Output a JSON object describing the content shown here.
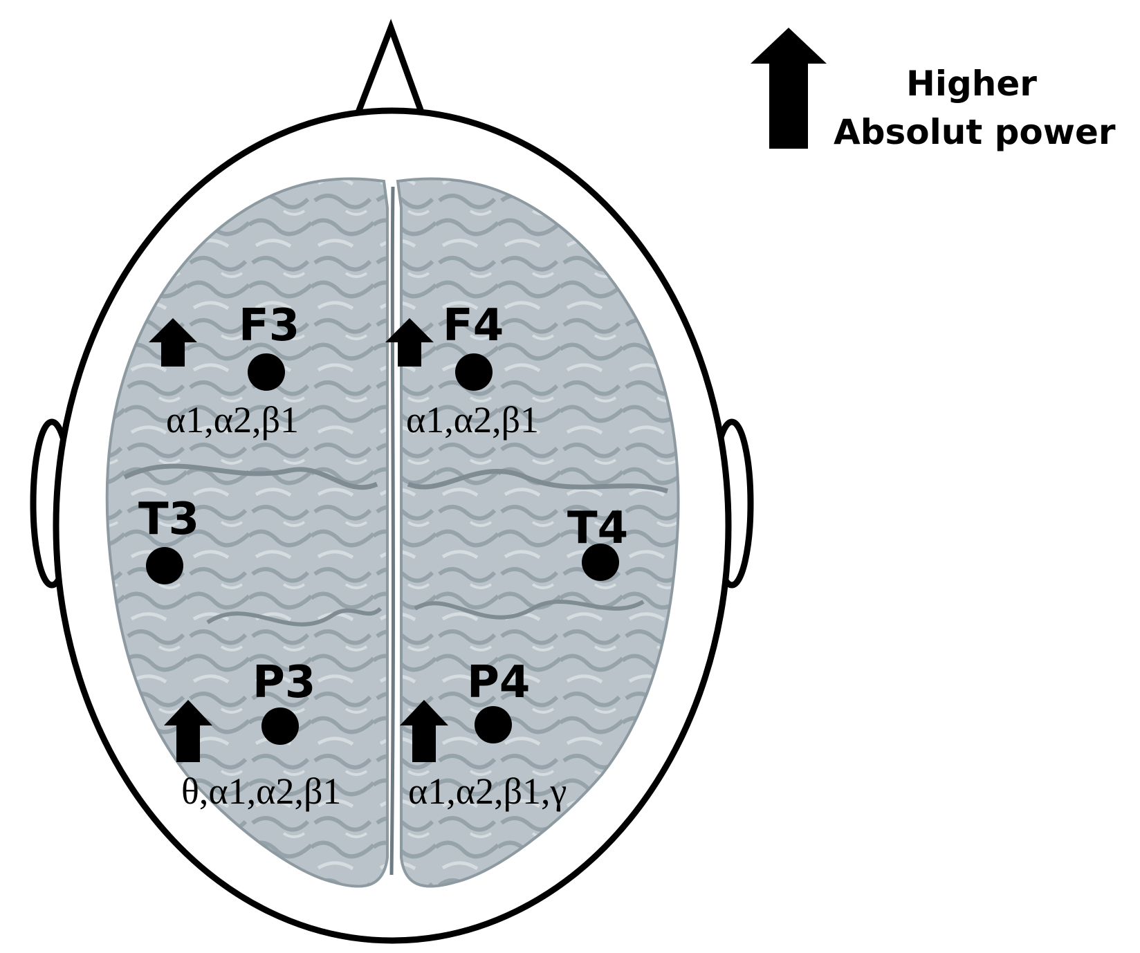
{
  "legend": {
    "icon": "up-arrow-icon",
    "line1": "Higher",
    "line2": "Absolut power"
  },
  "electrodes": {
    "F3": {
      "name": "F3",
      "bands": "α1,α2,β1",
      "higher": true
    },
    "F4": {
      "name": "F4",
      "bands": "α1,α2,β1",
      "higher": true
    },
    "T3": {
      "name": "T3",
      "higher": false
    },
    "T4": {
      "name": "T4",
      "higher": false
    },
    "P3": {
      "name": "P3",
      "bands": "θ,α1,α2,β1",
      "higher": true
    },
    "P4": {
      "name": "P4",
      "bands": "α1,α2,β1,γ",
      "higher": true
    }
  },
  "colors": {
    "brain": "#b9c3c9",
    "brain_shadow": "#8e9aa1",
    "outline": "#000000",
    "marker": "#000000",
    "background": "#ffffff"
  }
}
